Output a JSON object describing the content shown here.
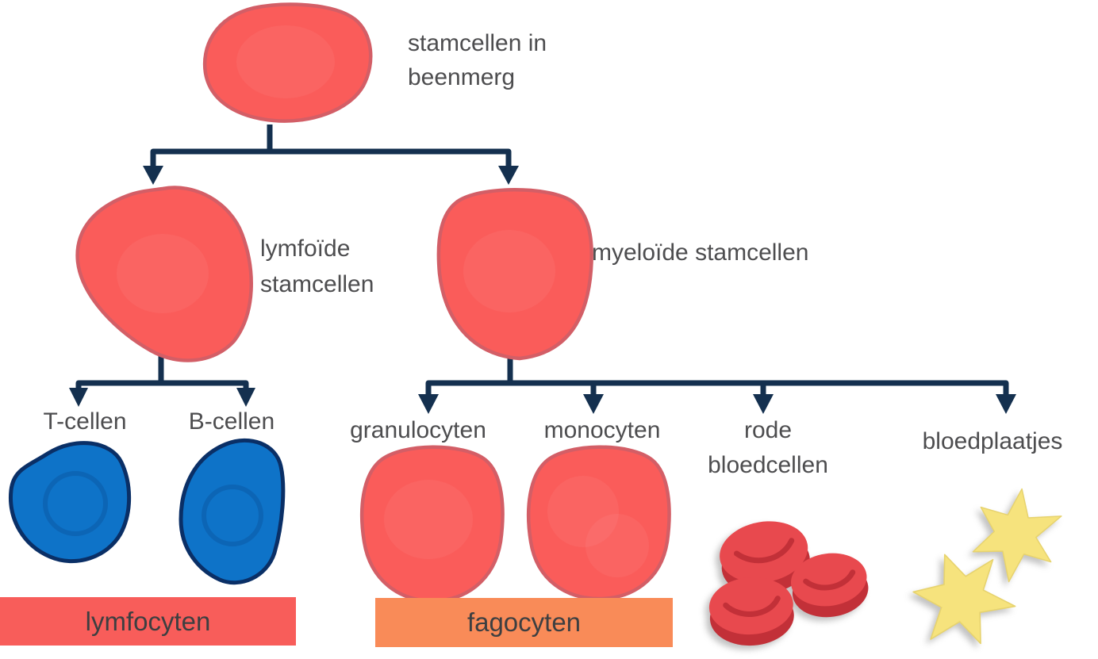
{
  "diagram": {
    "nodes": {
      "stem_cells": {
        "label": "stamcellen in\nbeenmerg"
      },
      "lymphoid": {
        "label": "lymfoïde\nstamcellen"
      },
      "myeloid": {
        "label": "myeloïde stamcellen"
      },
      "t_cells": {
        "label": "T-cellen"
      },
      "b_cells": {
        "label": "B-cellen"
      },
      "granulocytes": {
        "label": "granulocyten"
      },
      "monocytes": {
        "label": "monocyten"
      },
      "red_blood_cells": {
        "label": "rode\nbloedcellen"
      },
      "platelets": {
        "label": "bloedplaatjes"
      }
    },
    "banners": {
      "lymphocytes": {
        "label": "lymfocyten",
        "background": "#f85d5a"
      },
      "phagocytes": {
        "label": "fagocyten",
        "background": "#f98b58"
      }
    },
    "colors": {
      "background": "#ffffff",
      "text": "#4d4d4f",
      "banner_text": "#3d3f41",
      "arrow": "#14304f",
      "cell_red": "#fa5c5a",
      "cell_red_stroke": "#d35e66",
      "cell_blue": "#0e73c8",
      "cell_blue_stroke": "#0a2f66",
      "rbc_red": "#e8494e",
      "rbc_dark": "#c23038",
      "platelet_yellow": "#f6e37d",
      "platelet_stroke": "#e7d36e"
    }
  }
}
